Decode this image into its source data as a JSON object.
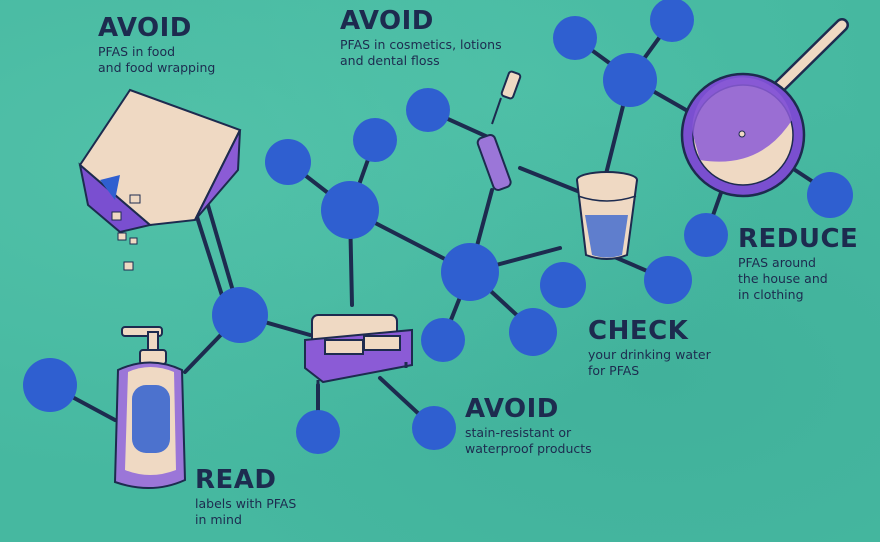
{
  "tips": [
    {
      "heading": "AVOID",
      "line1": "PFAS in food",
      "line2": "and food wrapping",
      "line3": ""
    },
    {
      "heading": "AVOID",
      "line1": "PFAS in cosmetics, lotions",
      "line2": "and dental floss",
      "line3": ""
    },
    {
      "heading": "REDUCE",
      "line1": "PFAS around",
      "line2": "the house and",
      "line3": "in clothing"
    },
    {
      "heading": "CHECK",
      "line1": "your drinking water",
      "line2": "for PFAS",
      "line3": ""
    },
    {
      "heading": "AVOID",
      "line1": "stain-resistant or",
      "line2": "waterproof products",
      "line3": ""
    },
    {
      "heading": "READ",
      "line1": "labels with PFAS",
      "line2": "in mind",
      "line3": ""
    }
  ],
  "colors": {
    "background": "#46b8a0",
    "atom": "#2f5fd0",
    "ink": "#1d2b4f",
    "purple": "#8b5bd6",
    "cream": "#efd9c3"
  }
}
